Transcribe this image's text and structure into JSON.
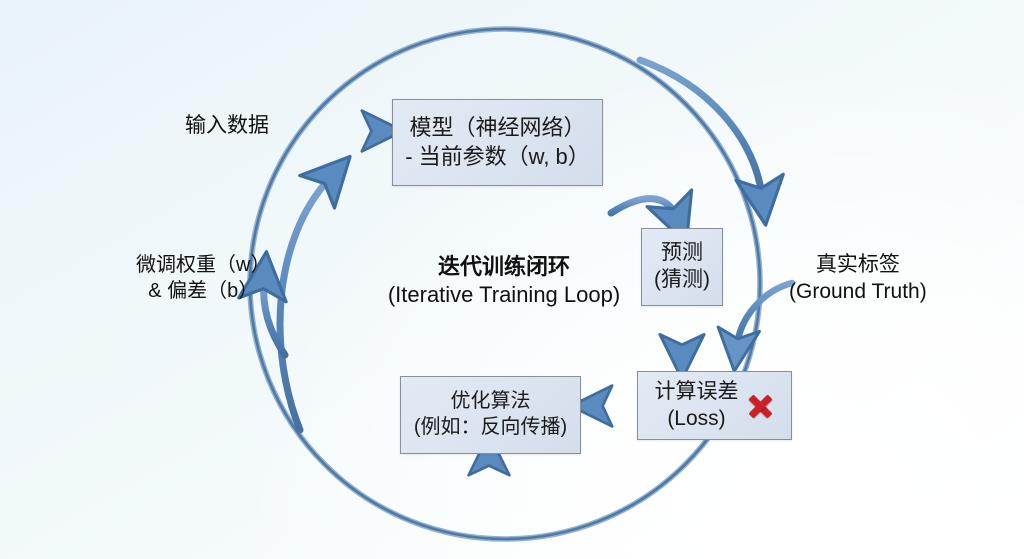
{
  "diagram": {
    "title_cn": "迭代训练闭环",
    "title_en": "(Iterative Training Loop)",
    "colors": {
      "arrow": "#4e81b8",
      "arrow_stroke": "#3a6898",
      "box_fill": "#dce5f1",
      "box_border": "#8a8f96",
      "error_mark": "#cc2026",
      "text": "#111111",
      "background": "#eef6fa"
    },
    "nodes": [
      {
        "id": "model",
        "lines": [
          "模型（神经网络）",
          "- 当前参数（w, b）"
        ]
      },
      {
        "id": "prediction",
        "lines": [
          "预测",
          "(猜测)"
        ]
      },
      {
        "id": "loss",
        "lines": [
          "计算误差",
          "(Loss)"
        ],
        "badge": "error-x-mark"
      },
      {
        "id": "optimizer",
        "lines": [
          "优化算法",
          "(例如：反向传播)"
        ]
      }
    ],
    "labels": [
      {
        "id": "input-data",
        "lines": [
          "输入数据"
        ]
      },
      {
        "id": "adjust-weights",
        "lines": [
          "微调权重（w）",
          "& 偏差（b）"
        ]
      },
      {
        "id": "ground-truth",
        "lines": [
          "真实标签",
          "(Ground Truth)"
        ]
      }
    ]
  }
}
